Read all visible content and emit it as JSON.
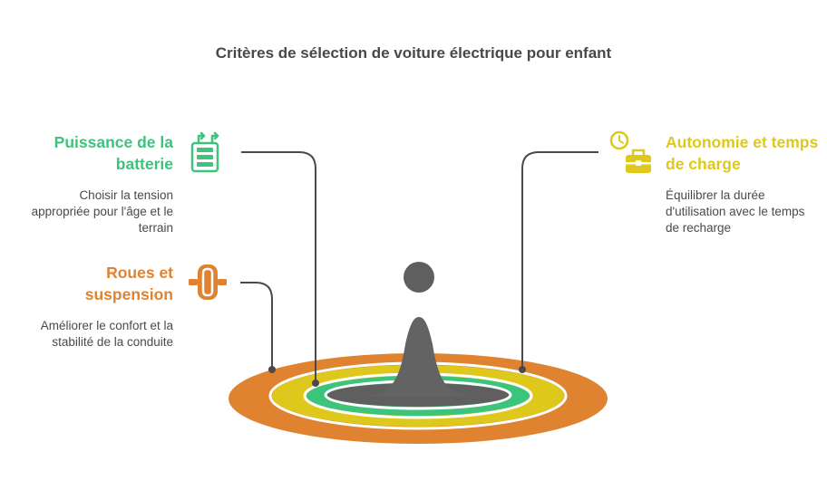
{
  "title": "Critères de sélection de voiture électrique pour enfant",
  "colors": {
    "green": "#3cc37c",
    "orange": "#e08331",
    "yellow": "#ddc81b",
    "dark": "#5f5f5f",
    "text": "#4a4a4a"
  },
  "items": [
    {
      "id": "battery",
      "heading": "Puissance de la batterie",
      "description": "Choisir la tension appropriée pour l'âge et le terrain",
      "icon": "battery-charging-icon",
      "color": "#3cc37c"
    },
    {
      "id": "wheels",
      "heading": "Roues et suspension",
      "description": "Améliorer le confort et la stabilité de la conduite",
      "icon": "wheel-icon",
      "color": "#e08331"
    },
    {
      "id": "autonomy",
      "heading": "Autonomie et temps de charge",
      "description": "Équilibrer la durée d'utilisation avec le temps de recharge",
      "icon": "stopwatch-briefcase-icon",
      "color": "#ddc81b"
    }
  ]
}
